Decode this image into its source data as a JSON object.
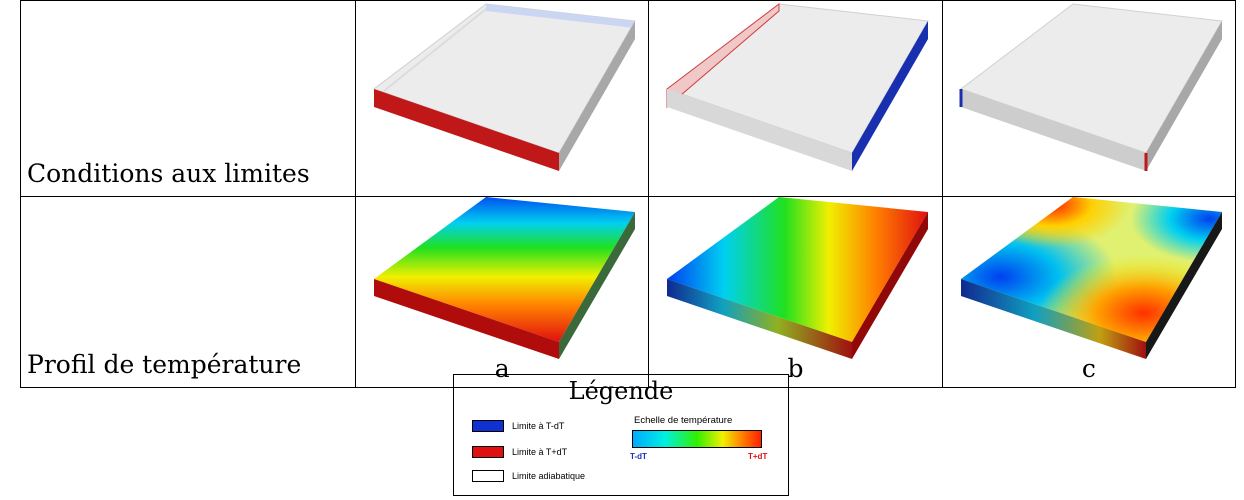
{
  "rows": {
    "conditions_label": "Conditions aux limites",
    "profile_label": "Profil de température"
  },
  "cases": [
    {
      "label": "a",
      "hot_side": "front",
      "cold_side": "back"
    },
    {
      "label": "b",
      "hot_side": "left",
      "cold_side": "right"
    },
    {
      "label": "c",
      "hot_side": "front-right corner edge",
      "cold_side": "front-left corner edge"
    }
  ],
  "legend": {
    "title": "Légende",
    "items": [
      {
        "label": "Limite à T-dT",
        "color": "#1030d0"
      },
      {
        "label": "Limite à T+dT",
        "color": "#e01010"
      },
      {
        "label": "Limite adiabatique",
        "color": "#ffffff"
      }
    ],
    "scale_title": "Echelle de température",
    "scale_min": "T-dT",
    "scale_max": "T+dT"
  },
  "colors": {
    "hot": "#c01818",
    "cold": "#1830b0",
    "adiabatic_top": "#ececec",
    "adiabatic_side": "#b8b8b8"
  }
}
